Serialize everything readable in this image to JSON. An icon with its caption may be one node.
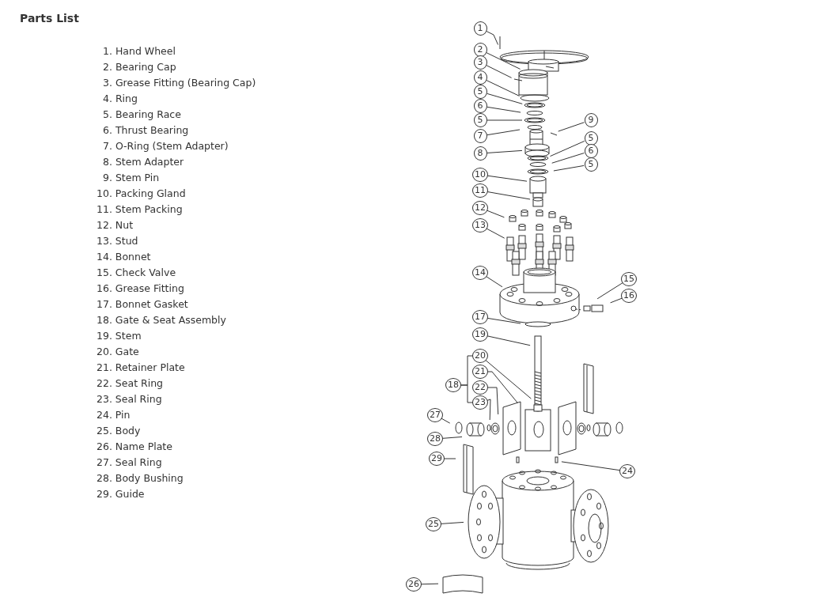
{
  "diagram": {
    "title": "Parts List",
    "nodes": [
      {
        "text": [
          "1"
        ]
      },
      {
        "text": [
          "2"
        ]
      },
      {
        "text": [
          "3"
        ]
      },
      {
        "text": [
          "4"
        ]
      },
      {
        "text": [
          "5"
        ]
      },
      {
        "text": [
          "6"
        ]
      },
      {
        "text": [
          "5"
        ]
      },
      {
        "text": [
          "9"
        ]
      },
      {
        "text": [
          "7"
        ]
      },
      {
        "text": [
          "5"
        ]
      },
      {
        "text": [
          "6"
        ]
      },
      {
        "text": [
          "8"
        ]
      },
      {
        "text": [
          "5"
        ]
      },
      {
        "text": [
          "10"
        ]
      },
      {
        "text": [
          "11"
        ]
      },
      {
        "text": [
          "12"
        ]
      },
      {
        "text": [
          "13"
        ]
      },
      {
        "text": [
          "14"
        ]
      },
      {
        "text": [
          "15"
        ]
      },
      {
        "text": [
          "16"
        ]
      },
      {
        "text": [
          "17"
        ]
      },
      {
        "text": [
          "19"
        ]
      },
      {
        "text": [
          "20"
        ]
      },
      {
        "text": [
          "21"
        ]
      },
      {
        "text": [
          "22"
        ]
      },
      {
        "text": [
          "18"
        ]
      },
      {
        "text": [
          "23"
        ]
      },
      {
        "text": [
          "27"
        ]
      },
      {
        "text": [
          "28"
        ]
      },
      {
        "text": [
          "29"
        ]
      },
      {
        "text": [
          "24"
        ]
      },
      {
        "text": [
          "25"
        ]
      },
      {
        "text": [
          "26"
        ]
      }
    ],
    "edges": [
      {
        "from": 0,
        "to": null,
        "arrow": "none"
      },
      {
        "from": 1,
        "to": null,
        "arrow": "none"
      },
      {
        "from": 2,
        "to": null,
        "arrow": "none"
      },
      {
        "from": 3,
        "to": null,
        "arrow": "none"
      },
      {
        "from": 4,
        "to": null,
        "arrow": "none"
      },
      {
        "from": 5,
        "to": null,
        "arrow": "none"
      },
      {
        "from": 6,
        "to": null,
        "arrow": "none"
      },
      {
        "from": 7,
        "to": null,
        "arrow": "none"
      },
      {
        "from": 8,
        "to": null,
        "arrow": "none"
      },
      {
        "from": 9,
        "to": null,
        "arrow": "none"
      },
      {
        "from": 10,
        "to": null,
        "arrow": "none"
      },
      {
        "from": 11,
        "to": null,
        "arrow": "none"
      },
      {
        "from": 12,
        "to": null,
        "arrow": "none"
      },
      {
        "from": 13,
        "to": null,
        "arrow": "none"
      },
      {
        "from": 14,
        "to": null,
        "arrow": "none"
      },
      {
        "from": 15,
        "to": null,
        "arrow": "none"
      },
      {
        "from": 16,
        "to": null,
        "arrow": "none"
      },
      {
        "from": 17,
        "to": null,
        "arrow": "none"
      },
      {
        "from": 18,
        "to": null,
        "arrow": "none"
      },
      {
        "from": 19,
        "to": null,
        "arrow": "none"
      },
      {
        "from": 20,
        "to": null,
        "arrow": "none"
      },
      {
        "from": 21,
        "to": null,
        "arrow": "none"
      },
      {
        "from": 22,
        "to": null,
        "arrow": "none"
      },
      {
        "from": 23,
        "to": null,
        "arrow": "none"
      },
      {
        "from": 24,
        "to": null,
        "arrow": "none"
      },
      {
        "from": 26,
        "to": null,
        "arrow": "none"
      },
      {
        "from": 27,
        "to": null,
        "arrow": "none"
      },
      {
        "from": 28,
        "to": null,
        "arrow": "none"
      },
      {
        "from": 29,
        "to": null,
        "arrow": "none"
      },
      {
        "from": 30,
        "to": null,
        "arrow": "none"
      },
      {
        "from": 31,
        "to": null,
        "arrow": "none"
      },
      {
        "from": 32,
        "to": null,
        "arrow": "none"
      },
      {
        "from": 25,
        "to": 22,
        "arrow": "none"
      },
      {
        "from": 25,
        "to": 26,
        "arrow": "none"
      }
    ],
    "labels": [
      "1. Hand Wheel",
      "2. Bearing Cap",
      "3. Grease Fitting (Bearing Cap)",
      "4. Ring",
      "5. Bearing Race",
      "6. Thrust Bearing",
      "7. O-Ring (Stem Adapter)",
      "8. Stem Adapter",
      "9. Stem Pin",
      "10. Packing Gland",
      "11. Stem Packing",
      "12. Nut",
      "13. Stud",
      "14. Bonnet",
      "15. Check Valve",
      "16. Grease Fitting",
      "17. Bonnet Gasket",
      "18. Gate & Seat Assembly",
      "19. Stem",
      "20. Gate",
      "21. Retainer Plate",
      "22. Seat Ring",
      "23. Seal Ring",
      "24. Pin",
      "25. Body",
      "26. Name Plate",
      "27. Seal Ring",
      "28. Body Bushing",
      "29. Guide"
    ]
  }
}
